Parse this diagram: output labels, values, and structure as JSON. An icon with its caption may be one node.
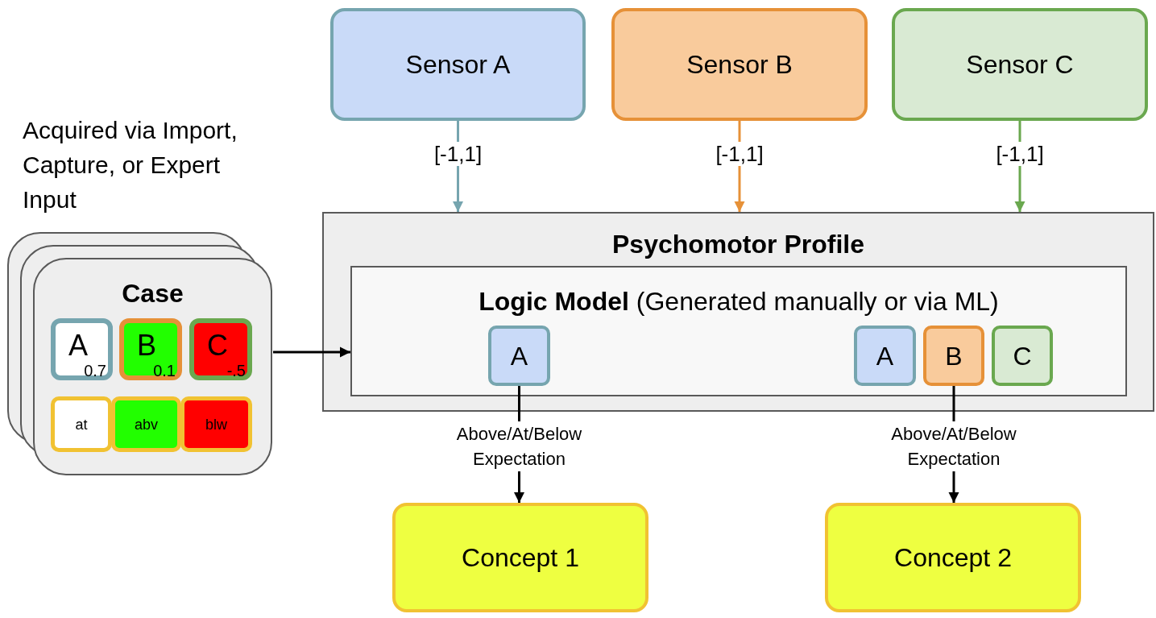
{
  "diagram": {
    "nodes": [
      {
        "text": [
          "Sensor A"
        ]
      },
      {
        "text": [
          "Sensor B"
        ]
      },
      {
        "text": [
          "Sensor C"
        ]
      },
      {
        "text": [
          "Psychomotor Profile"
        ]
      },
      {
        "text": [
          "**Logic Model** (Generated manually or via ML)"
        ],
        "in": 3
      },
      {
        "text": [
          "A"
        ],
        "in": 4
      },
      {
        "text": [
          "A"
        ],
        "in": 4
      },
      {
        "text": [
          "B"
        ],
        "in": 4
      },
      {
        "text": [
          "C"
        ],
        "in": 4
      },
      {
        "text": [
          "Concept 1"
        ]
      },
      {
        "text": [
          "Concept 2"
        ]
      },
      {
        "text": [
          "Case"
        ],
        "beside": [
          "Acquired via Import, Capture, or Expert Input"
        ]
      },
      {
        "text": [
          "A",
          "0.7"
        ],
        "in": 11
      },
      {
        "text": [
          "B",
          "0.1"
        ],
        "in": 11
      },
      {
        "text": [
          "C",
          "-.5"
        ],
        "in": 11
      },
      {
        "text": [
          "at"
        ],
        "in": 11
      },
      {
        "text": [
          "abv"
        ],
        "in": 11
      },
      {
        "text": [
          "blw"
        ],
        "in": 11
      }
    ],
    "edges": [
      {
        "from": 0,
        "to": 3,
        "arrow": "to",
        "label": "[-1,1]",
        "color": "#76a5af"
      },
      {
        "from": 1,
        "to": 3,
        "arrow": "to",
        "label": "[-1,1]",
        "color": "#e69138"
      },
      {
        "from": 2,
        "to": 3,
        "arrow": "to",
        "label": "[-1,1]",
        "color": "#6aa84f"
      },
      {
        "from": 11,
        "to": 4,
        "arrow": "to"
      },
      {
        "from": 5,
        "to": 9,
        "arrow": "to",
        "label": "Above/At/Below Expectation"
      },
      {
        "from": 7,
        "to": 10,
        "arrow": "to",
        "label": "Above/At/Below Expectation"
      }
    ]
  }
}
